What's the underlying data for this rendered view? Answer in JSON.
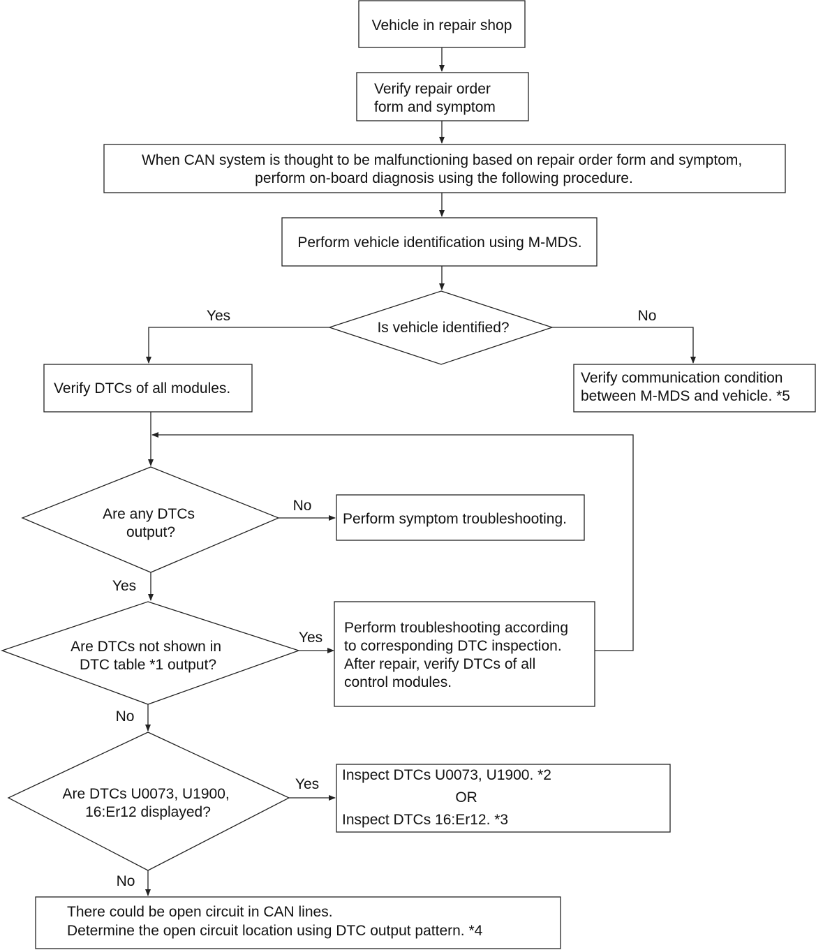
{
  "nodes": {
    "start": [
      "Vehicle in repair shop"
    ],
    "verify_order": [
      "Verify repair order",
      "form and symptom"
    ],
    "can_malfunction": [
      "When CAN system is thought to be malfunctioning based on repair order form and symptom,",
      "perform on-board diagnosis using the following procedure."
    ],
    "vehicle_id": [
      "Perform vehicle identification using M-MDS."
    ],
    "is_identified": [
      "Is vehicle identified?"
    ],
    "verify_dtcs": [
      "Verify DTCs of all modules."
    ],
    "verify_comm": [
      "Verify communication condition",
      "between M-MDS and vehicle. *5"
    ],
    "any_dtcs": [
      "Are any DTCs",
      "output?"
    ],
    "symptom_ts": [
      "Perform symptom troubleshooting."
    ],
    "not_shown": [
      "Are DTCs not shown in",
      "DTC table *1 output?"
    ],
    "perform_ts": [
      "Perform troubleshooting according",
      "to corresponding DTC inspection.",
      "After repair, verify DTCs of all",
      "control modules."
    ],
    "u0073": [
      "Are DTCs U0073, U1900,",
      "16:Er12 displayed?"
    ],
    "inspect": [
      "Inspect DTCs U0073, U1900.  *2",
      "OR",
      "Inspect DTCs 16:Er12.  *3"
    ],
    "open_circuit": [
      "There could be open circuit in CAN lines.",
      "Determine the open circuit location using DTC output pattern.  *4"
    ]
  },
  "labels": {
    "identified_yes": "Yes",
    "identified_no": "No",
    "any_no": "No",
    "any_yes": "Yes",
    "not_shown_yes": "Yes",
    "not_shown_no": "No",
    "u_yes": "Yes",
    "u_no": "No"
  }
}
